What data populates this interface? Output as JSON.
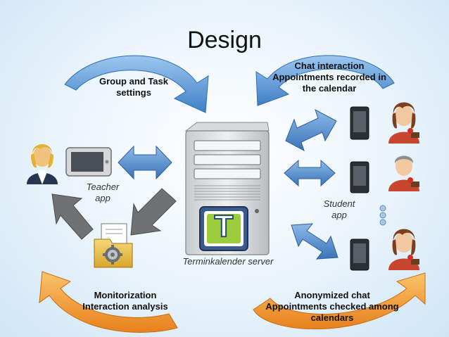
{
  "title": "Design",
  "labels": {
    "group_task_line1": "Group and Task",
    "group_task_line2": "settings",
    "chat_line1": "Chat interaction",
    "chat_line2": "Appointments recorded in",
    "chat_line3": "the calendar",
    "teacher_line1": "Teacher",
    "teacher_line2": "app",
    "student_line1": "Student",
    "student_line2": "app",
    "server": "Terminkalender server",
    "monitor_line1": "Monitorization",
    "monitor_line2": "Interaction analysis",
    "anon_line1": "Anonymized chat",
    "anon_line2": "Appointments checked among",
    "anon_line3": "calendars"
  },
  "server_logo_letter": "T",
  "colors": {
    "blue_arrow": "#4f8fd6",
    "orange_arrow": "#f29a2a",
    "double_arrow": "#4a86c8",
    "grey_arrow": "#6f7173"
  }
}
